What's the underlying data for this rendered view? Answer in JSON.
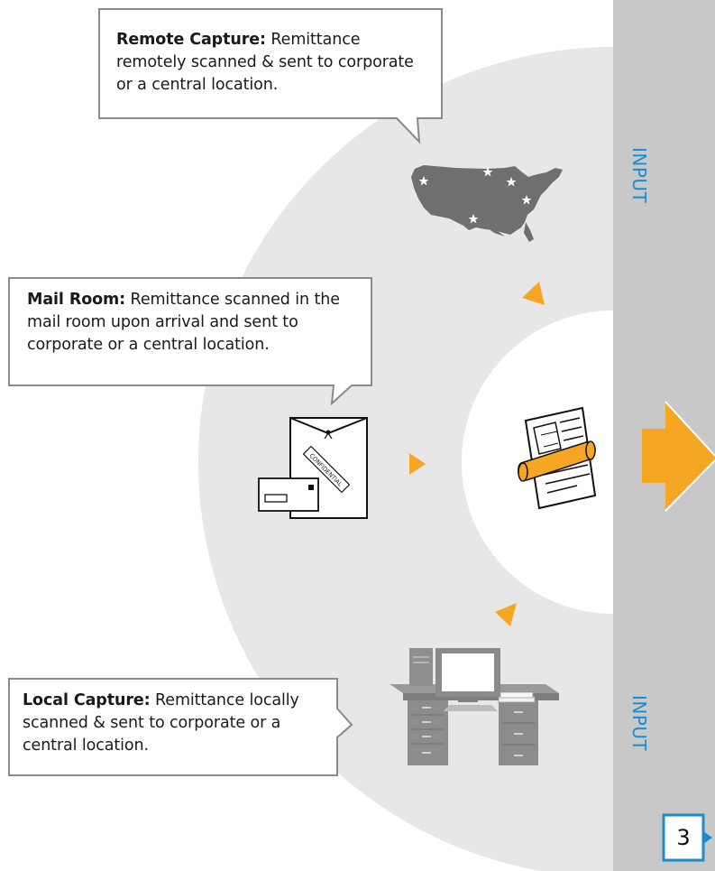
{
  "callouts": {
    "remote": {
      "title": "Remote Capture:",
      "text": " Remittance remotely scanned & sent to corporate or a central location."
    },
    "mailroom": {
      "title": "Mail Room:",
      "text": " Remittance scanned in the mail room upon arrival and sent to corporate or a central location."
    },
    "local": {
      "title": "Local Capture:",
      "text": " Remittance locally scanned & sent to corporate or a central location."
    }
  },
  "sidebar": {
    "label_top": "INPUT",
    "label_bottom": "INPUT",
    "page_number": "3"
  },
  "envelope": {
    "stamp_text": "CONFIDENTIAL"
  },
  "colors": {
    "sidebar": "#c8c8c8",
    "circle": "#e7e7e7",
    "accent_orange": "#f5a623",
    "label_blue": "#1a8ccf",
    "map_gray": "#6f6f72",
    "callout_border": "#8a8a8a"
  },
  "icons": [
    "usa-map-icon",
    "envelope-icon",
    "scanned-document-icon",
    "desktop-computer-icon",
    "flow-arrow-icon"
  ]
}
